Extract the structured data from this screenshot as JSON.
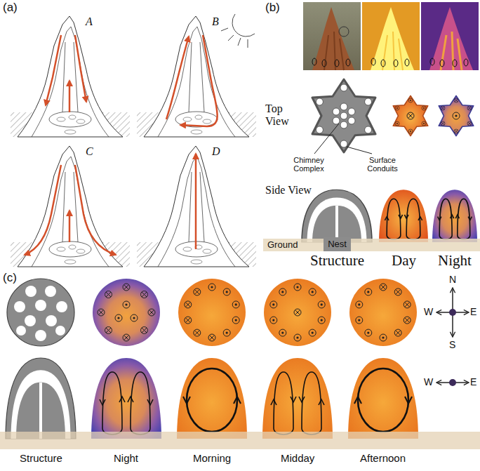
{
  "diagram": {
    "nodes": [
      {
        "text": [
          "Ground"
        ]
      },
      {
        "text": [
          "Nest"
        ]
      }
    ],
    "labels": [
      "(a)",
      "A",
      "B",
      "C",
      "D",
      "(b)",
      "Top View",
      "Chimney Complex",
      "Surface Conduits",
      "Side View",
      "Structure",
      "Day",
      "Night",
      "(c)",
      "N",
      "W",
      "E",
      "S",
      "W",
      "E",
      "Structure",
      "Night",
      "Morning",
      "Midday",
      "Afternoon"
    ]
  }
}
